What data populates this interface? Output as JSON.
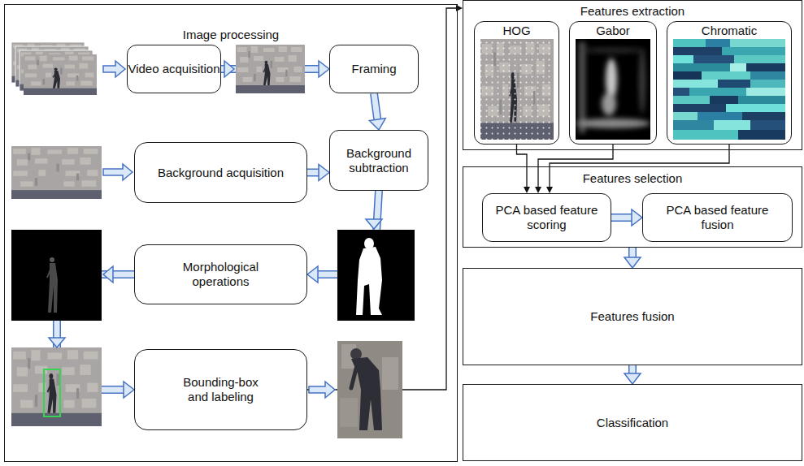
{
  "diagram": {
    "nodes": [
      {
        "text": [
          "Image processing"
        ]
      },
      {
        "text": [
          "Video acquisition"
        ],
        "in": 0
      },
      {
        "text": [
          "Framing"
        ],
        "in": 0
      },
      {
        "text": [
          "Background acquisition"
        ],
        "in": 0
      },
      {
        "text": [
          "Background subtraction"
        ],
        "in": 0
      },
      {
        "text": [
          "Morphological operations"
        ],
        "in": 0
      },
      {
        "text": [
          "Bounding-box and labeling"
        ],
        "in": 0
      },
      {
        "text": [
          "Features extraction"
        ]
      },
      {
        "text": [
          "HOG"
        ],
        "in": 7
      },
      {
        "text": [
          "Gabor"
        ],
        "in": 7
      },
      {
        "text": [
          "Chromatic"
        ],
        "in": 7
      },
      {
        "text": [
          "Features selection"
        ]
      },
      {
        "text": [
          "PCA based feature scoring"
        ],
        "in": 11
      },
      {
        "text": [
          "PCA based feature fusion"
        ],
        "in": 11
      },
      {
        "text": [
          "Features fusion"
        ]
      },
      {
        "text": [
          "Classification"
        ]
      }
    ],
    "edges": [
      {
        "from": 1,
        "to": 2,
        "arrow": "to"
      },
      {
        "from": 2,
        "to": 4,
        "arrow": "to"
      },
      {
        "from": 3,
        "to": 4,
        "arrow": "to"
      },
      {
        "from": 4,
        "to": 5,
        "arrow": "to"
      },
      {
        "from": 5,
        "to": 6,
        "arrow": "to"
      },
      {
        "from": 6,
        "to": 7,
        "arrow": "to"
      },
      {
        "from": 8,
        "to": 12,
        "arrow": "to"
      },
      {
        "from": 9,
        "to": 12,
        "arrow": "to"
      },
      {
        "from": 10,
        "to": 12,
        "arrow": "to"
      },
      {
        "from": 12,
        "to": 13,
        "arrow": "to"
      },
      {
        "from": 11,
        "to": 14,
        "arrow": "to"
      },
      {
        "from": 14,
        "to": 15,
        "arrow": "to"
      }
    ]
  }
}
